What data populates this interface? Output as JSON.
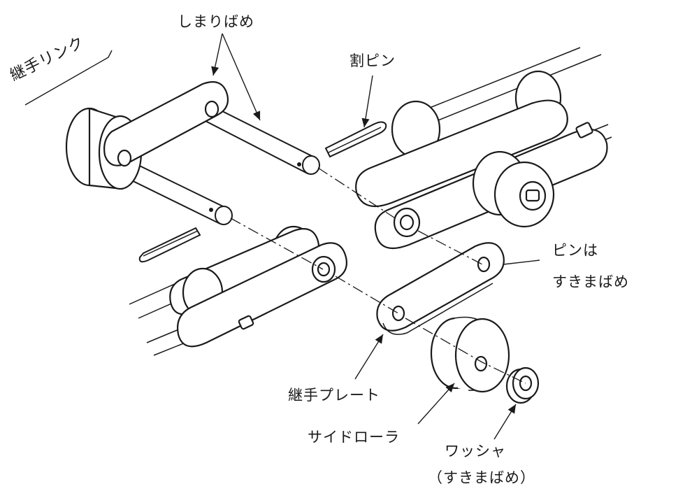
{
  "labels": {
    "connecting_link": "継手リンク",
    "press_fit": "しまりばめ",
    "cotter_pin": "割ピン",
    "pin_clearance_fit_line1": "ピンは",
    "pin_clearance_fit_line2": "すきまばめ",
    "connecting_plate": "継手プレート",
    "side_roller": "サイドローラ",
    "washer_line1": "ワッシャ",
    "washer_line2": "（すきまばめ）"
  }
}
